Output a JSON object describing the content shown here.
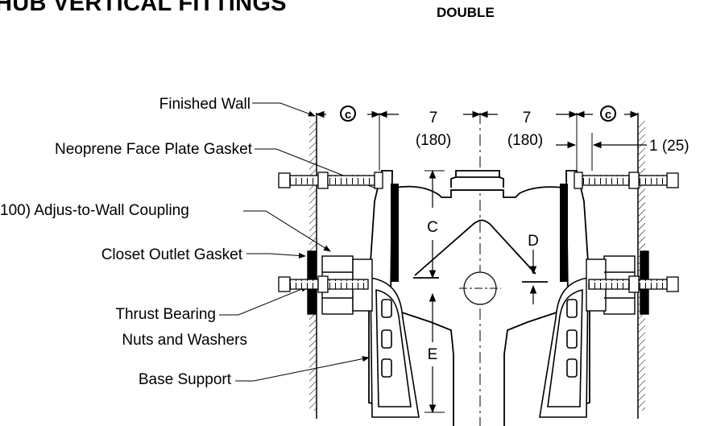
{
  "header": {
    "title": "HUB VERTICAL FITTINGS",
    "subtitle": "DOUBLE"
  },
  "callouts": [
    {
      "id": "finished-wall",
      "text": "Finished Wall"
    },
    {
      "id": "face-plate-gasket",
      "text": "Neoprene Face Plate Gasket"
    },
    {
      "id": "coupling",
      "text": "100) Adjus-to-Wall Coupling"
    },
    {
      "id": "outlet-gasket",
      "text": "Closet Outlet Gasket"
    },
    {
      "id": "thrust-bearing",
      "text": "Thrust Bearing"
    },
    {
      "id": "nuts-washers",
      "text": "Nuts and Washers"
    },
    {
      "id": "base-support",
      "text": "Base Support"
    }
  ],
  "dimensions": {
    "centerline_symbol": "c",
    "left_span": "7",
    "left_span_mm": "(180)",
    "right_span": "7",
    "right_span_mm": "(180)",
    "offset": "1 (25)",
    "letters": [
      "C",
      "D",
      "E"
    ]
  }
}
